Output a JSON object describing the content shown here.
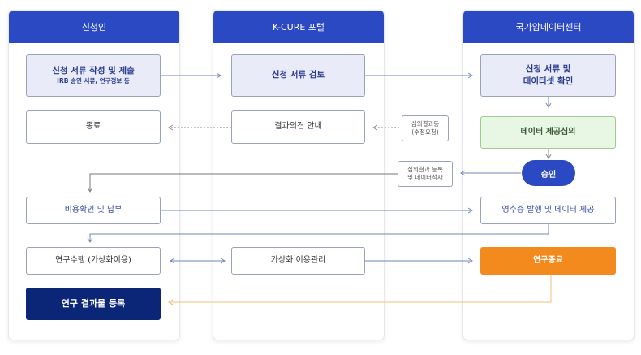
{
  "lanes": [
    {
      "title": "신청인"
    },
    {
      "title": "K-CURE 포털"
    },
    {
      "title": "국가암데이터센터"
    }
  ],
  "applicant": {
    "submit": {
      "title": "신청 서류 작성 및 제출",
      "sub": "IRB 승인 서류, 연구정보 등"
    },
    "end": "종료",
    "payment": "비용확인 및 납부",
    "research": "연구수행 (가상화이용)",
    "register_results": "연구 결과물 등록"
  },
  "portal": {
    "review": "신청 서류 검토",
    "notice": "결과의견 안내",
    "virtual_mgmt": "가상화 이용관리"
  },
  "center": {
    "confirm": {
      "line1": "신청 서류 및",
      "line2": "데이터셋 확인"
    },
    "deliberation": "데이터 제공심의",
    "approval": "승인",
    "receipt": "영수증 발행 및 데이터 제공",
    "research_end": "연구종료"
  },
  "notes": {
    "revision": {
      "line1": "심의결과등",
      "line2": "(수정요청)"
    },
    "registration": {
      "line1": "심의결과 등록",
      "line2": "및 데이터적재"
    }
  },
  "colors": {
    "header": "#2a49c2",
    "navy": "#0b2577",
    "orange": "#f28a1e",
    "green": "#e8f7e4",
    "line": "#6f86b8",
    "orange_line": "#f2c27c"
  }
}
